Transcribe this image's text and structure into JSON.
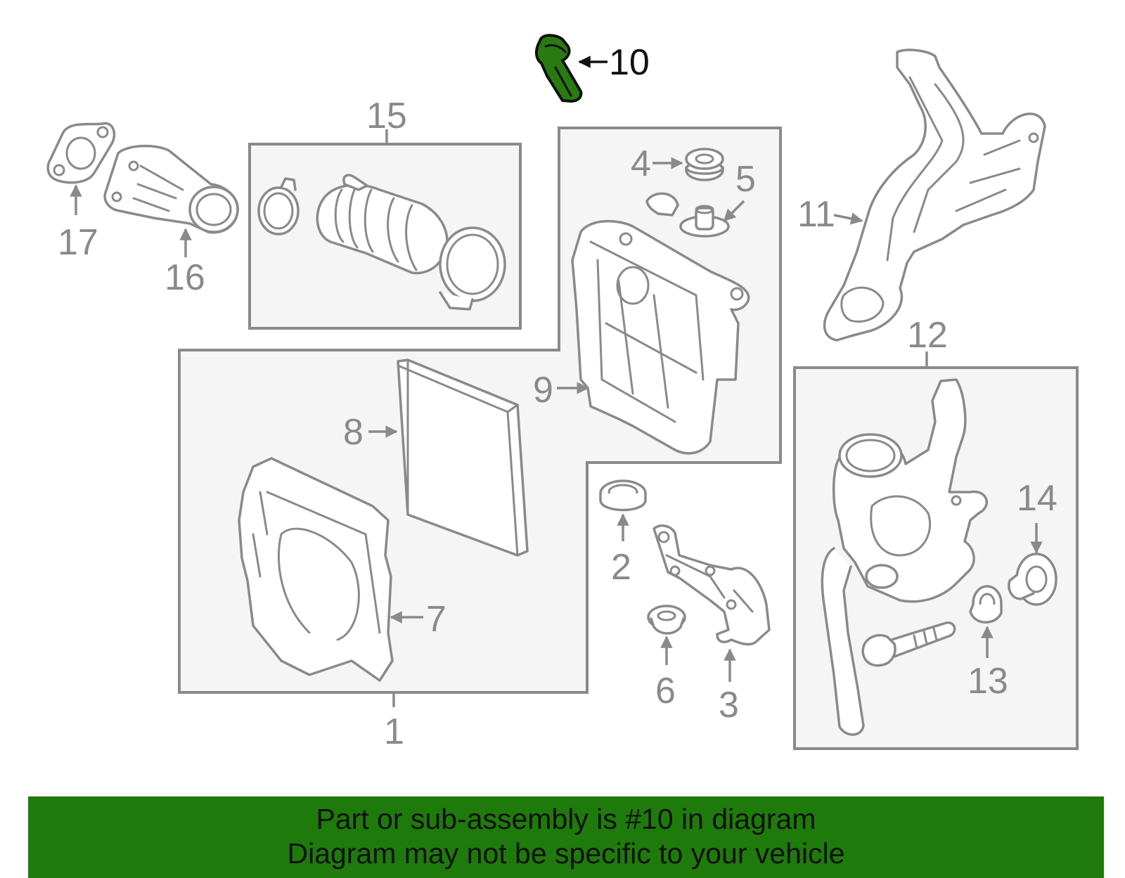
{
  "diagram": {
    "highlighted_part": "10",
    "callouts": {
      "p1": "1",
      "p2": "2",
      "p3": "3",
      "p4": "4",
      "p5": "5",
      "p6": "6",
      "p7": "7",
      "p8": "8",
      "p9": "9",
      "p10": "10",
      "p11": "11",
      "p12": "12",
      "p13": "13",
      "p14": "14",
      "p15": "15",
      "p16": "16",
      "p17": "17"
    },
    "colors": {
      "line": "#8a8a8a",
      "box_fill": "#f5f5f5",
      "highlight_part": "#2a7a12",
      "banner_background": "#1f7a0c"
    }
  },
  "banner": {
    "line1": "Part or sub-assembly is #10 in diagram",
    "line2": "Diagram may not be specific to your vehicle"
  }
}
